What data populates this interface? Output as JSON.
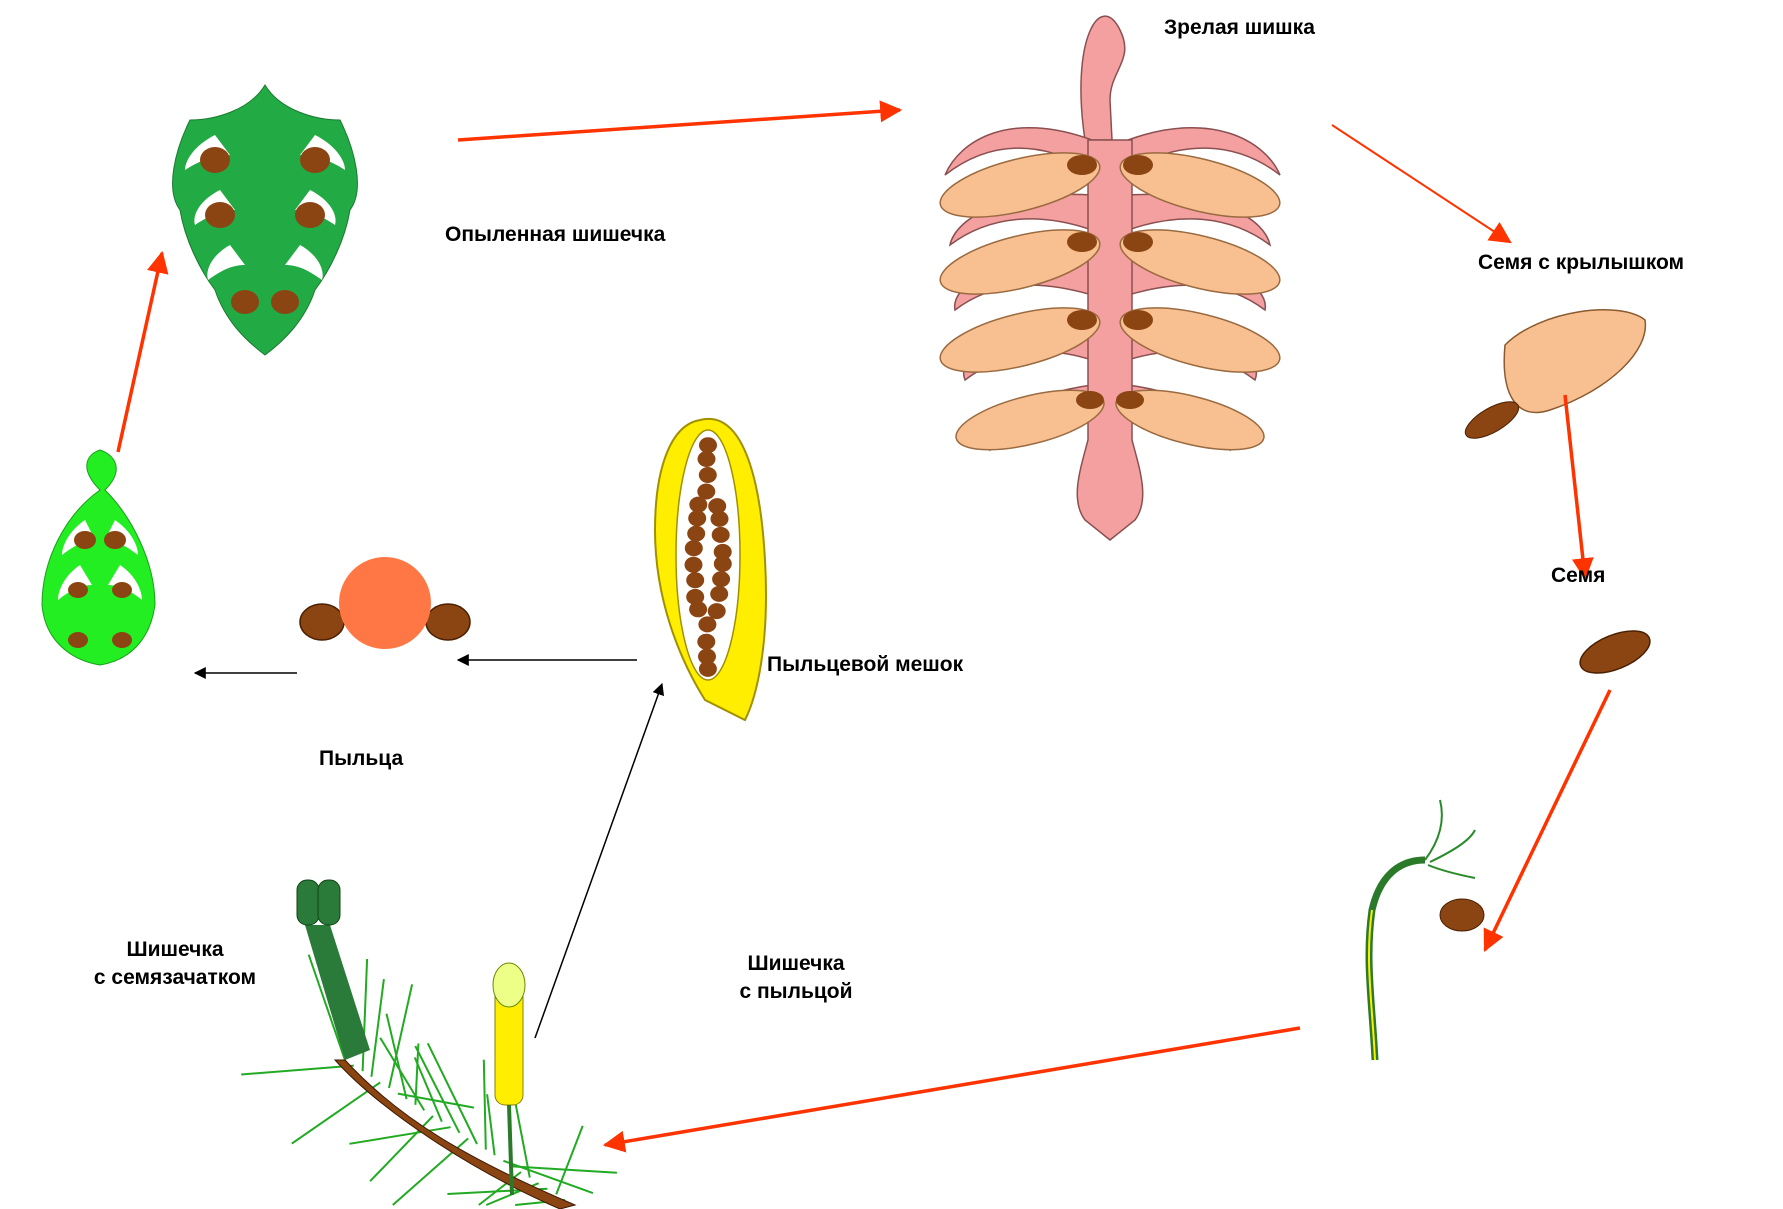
{
  "labels": {
    "mature_cone": "Зрелая шишка",
    "pollinated_cone": "Опыленная шишечка",
    "winged_seed": "Семя с крылышком",
    "seed": "Семя",
    "pollen_sac": "Пыльцевой мешок",
    "pollen": "Пыльца",
    "ovule_cone": {
      "line1": "Шишечка",
      "line2": "с семязачатком"
    },
    "pollen_cone": {
      "line1": "Шишечка",
      "line2": "с пыльцой"
    }
  },
  "colors": {
    "arrow_cycle": "#ff3300",
    "arrow_pollen_path": "#000000",
    "mature_cone": "#f4a0a0",
    "mature_cone_scale_seed": "#f8c090",
    "seed_brown": "#8b4513",
    "pollinated_cone": "#22aa44",
    "young_cone": "#22ee22",
    "pollen_grain": "#ff7744",
    "pollen_sac": "#ffee00",
    "twig": "#8b4513",
    "needles": "#22aa22"
  }
}
